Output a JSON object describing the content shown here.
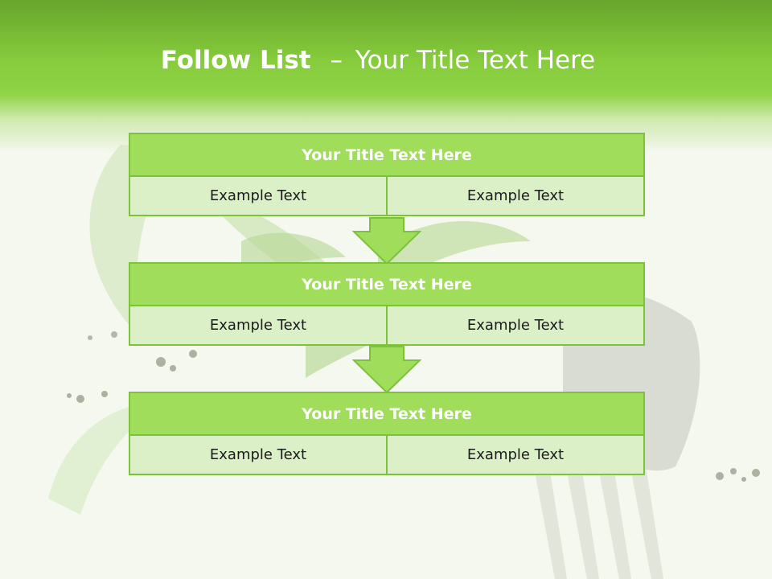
{
  "title": {
    "bold": "Follow List",
    "separator": "–",
    "rest": "Your Title Text Here"
  },
  "blocks": [
    {
      "title": "Your Title Text Here",
      "cells": [
        "Example Text",
        "Example Text"
      ]
    },
    {
      "title": "Your Title Text Here",
      "cells": [
        "Example Text",
        "Example Text"
      ]
    },
    {
      "title": "Your Title Text Here",
      "cells": [
        "Example Text",
        "Example Text"
      ]
    }
  ],
  "colors": {
    "header_green": "#86cc3c",
    "block_title_fill": "#a0dd5a",
    "cell_fill": "#dcf0c8",
    "border": "#7cc23a"
  },
  "icons": [
    "down-arrow-icon"
  ]
}
